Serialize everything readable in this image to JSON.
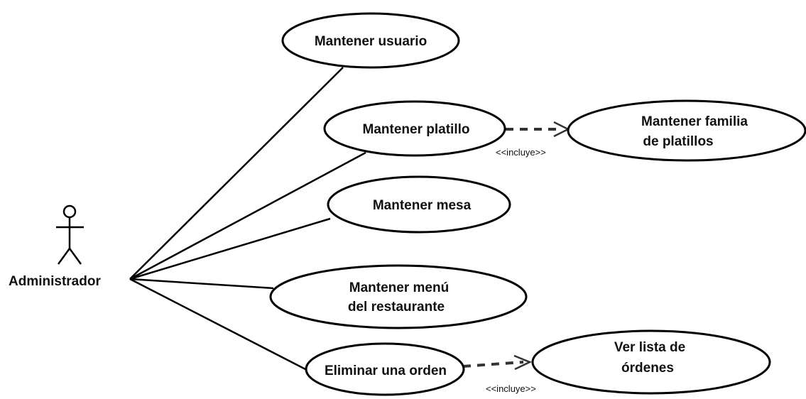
{
  "actor": {
    "name": "Administrador",
    "icon": "stick-figure-icon"
  },
  "use_cases": {
    "mantener_usuario": [
      "Mantener usuario"
    ],
    "mantener_platillo": [
      "Mantener platillo"
    ],
    "mantener_familia": [
      "Mantener familia",
      "de platillos"
    ],
    "mantener_mesa": [
      "Mantener mesa"
    ],
    "mantener_menu": [
      "Mantener menú",
      "del restaurante"
    ],
    "eliminar_orden": [
      "Eliminar una orden"
    ],
    "ver_lista": [
      "Ver lista de",
      "órdenes"
    ]
  },
  "relations": {
    "include_1": {
      "from": "Mantener platillo",
      "to": "Mantener familia de platillos",
      "label": "<<incluye>>"
    },
    "include_2": {
      "from": "Eliminar una orden",
      "to": "Ver lista de órdenes",
      "label": "<<incluye>>"
    }
  },
  "colors": {
    "stroke": "#000000",
    "dashed": "#333333",
    "text": "#111111",
    "background": "#ffffff"
  }
}
